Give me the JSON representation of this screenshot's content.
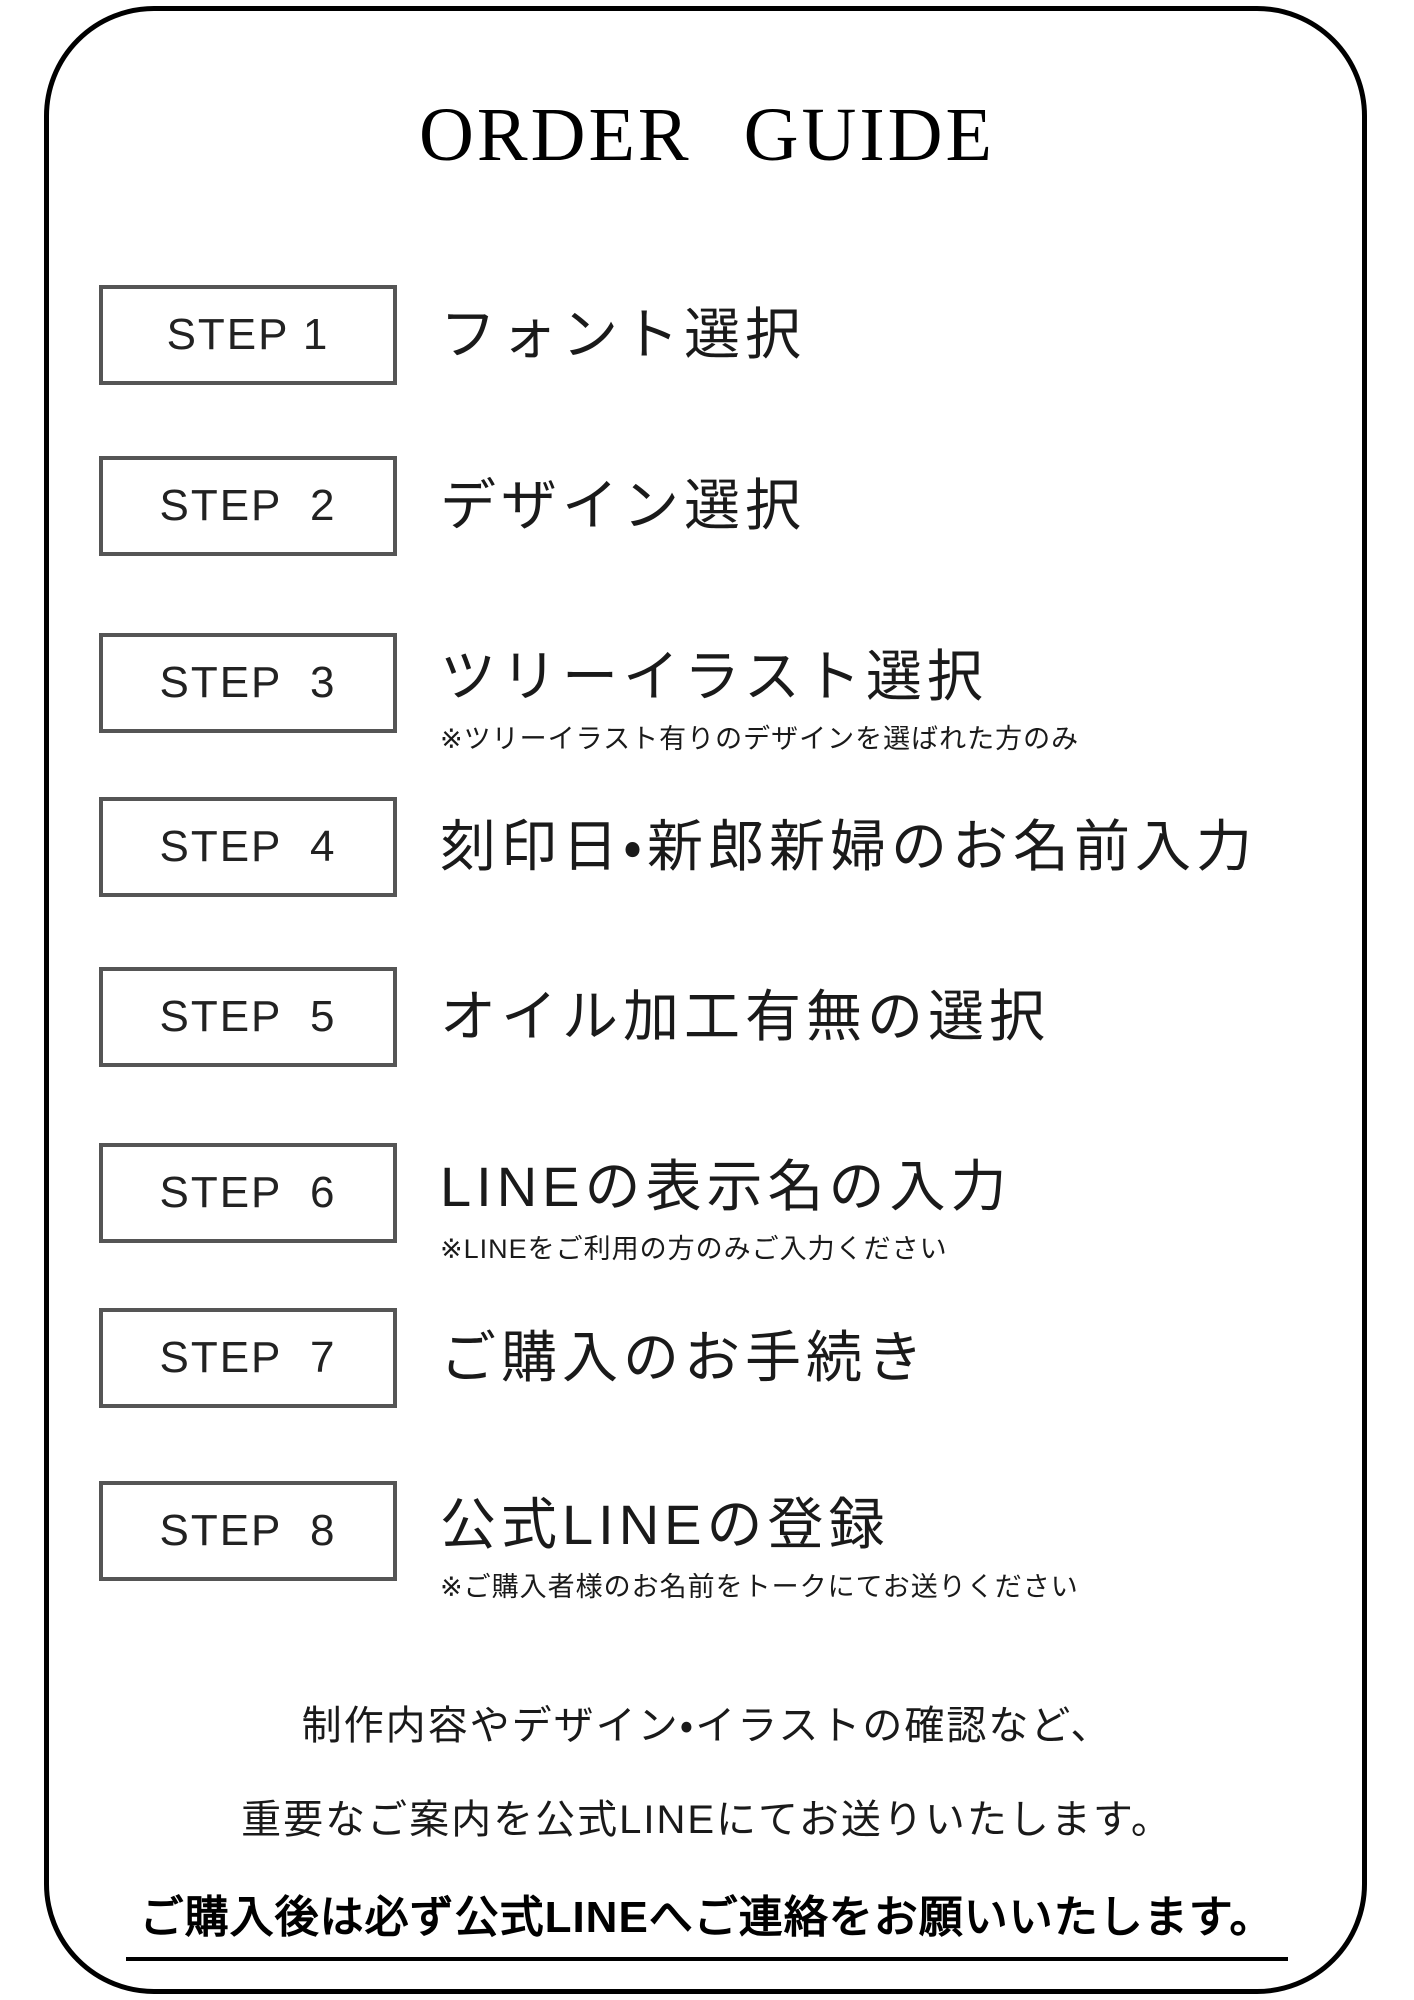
{
  "title": "ORDER GUIDE",
  "steps": [
    {
      "step": "STEP 1",
      "label": "フォント選択",
      "note": ""
    },
    {
      "step": "STEP  2",
      "label": "デザイン選択",
      "note": ""
    },
    {
      "step": "STEP  3",
      "label": "ツリーイラスト選択",
      "note": "※ツリーイラスト有りのデザインを選ばれた方のみ"
    },
    {
      "step": "STEP  4",
      "label": "刻印日・新郎新婦のお名前入力",
      "note": ""
    },
    {
      "step": "STEP  5",
      "label": "オイル加工有無の選択",
      "note": ""
    },
    {
      "step": "STEP  6",
      "label": "LINEの表示名の入力",
      "note": "※LINEをご利用の方のみご入力ください"
    },
    {
      "step": "STEP  7",
      "label": "ご購入のお手続き",
      "note": ""
    },
    {
      "step": "STEP  8",
      "label": "公式LINEの登録",
      "note": "※ご購入者様のお名前をトークにてお送りください"
    }
  ],
  "footer": {
    "line1": "制作内容やデザイン・イラストの確認など、",
    "line2": "重要なご案内を公式LINEにてお送りいたします。",
    "line3": "ご購入後は必ず公式LINEへご連絡をお願いいたします。"
  },
  "colors": {
    "frame_border": "#000000",
    "step_box_border": "#555555",
    "text": "#1a1a1a"
  }
}
